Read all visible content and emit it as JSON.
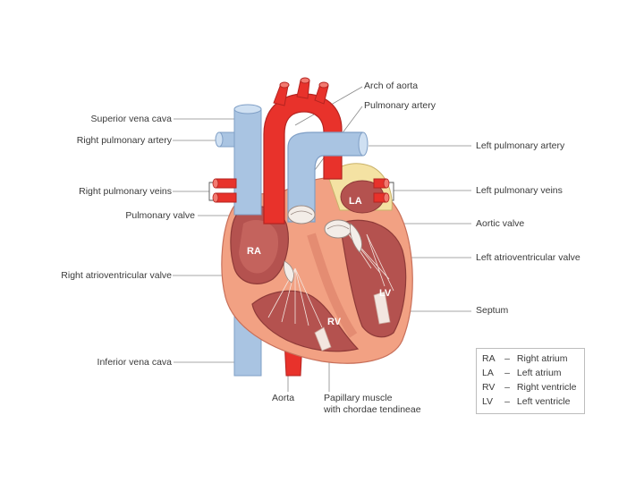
{
  "labels": {
    "arch_of_aorta": "Arch of aorta",
    "pulmonary_artery": "Pulmonary artery",
    "superior_vena_cava": "Superior vena cava",
    "right_pulmonary_artery": "Right pulmonary artery",
    "left_pulmonary_artery": "Left pulmonary artery",
    "right_pulmonary_veins": "Right pulmonary veins",
    "left_pulmonary_veins": "Left pulmonary veins",
    "pulmonary_valve": "Pulmonary valve",
    "aortic_valve": "Aortic valve",
    "left_av_valve": "Left atrioventricular valve",
    "right_av_valve": "Right atrioventricular valve",
    "septum": "Septum",
    "inferior_vena_cava": "Inferior vena cava",
    "aorta": "Aorta",
    "papillary_line1": "Papillary muscle",
    "papillary_line2": "with chordae tendineae"
  },
  "chambers": {
    "ra": "RA",
    "la": "LA",
    "rv": "RV",
    "lv": "LV"
  },
  "legend": [
    {
      "abbr": "RA",
      "dash": "–",
      "name": "Right atrium"
    },
    {
      "abbr": "LA",
      "dash": "–",
      "name": "Left atrium"
    },
    {
      "abbr": "RV",
      "dash": "–",
      "name": "Right ventricle"
    },
    {
      "abbr": "LV",
      "dash": "–",
      "name": "Left ventricle"
    }
  ],
  "colors": {
    "oxygenated": "#e8322b",
    "deoxygenated": "#a9c4e2",
    "myocardium": "#f2a183",
    "chamber_interior": "#b4524f",
    "leader_line": "#8a8a8a"
  }
}
